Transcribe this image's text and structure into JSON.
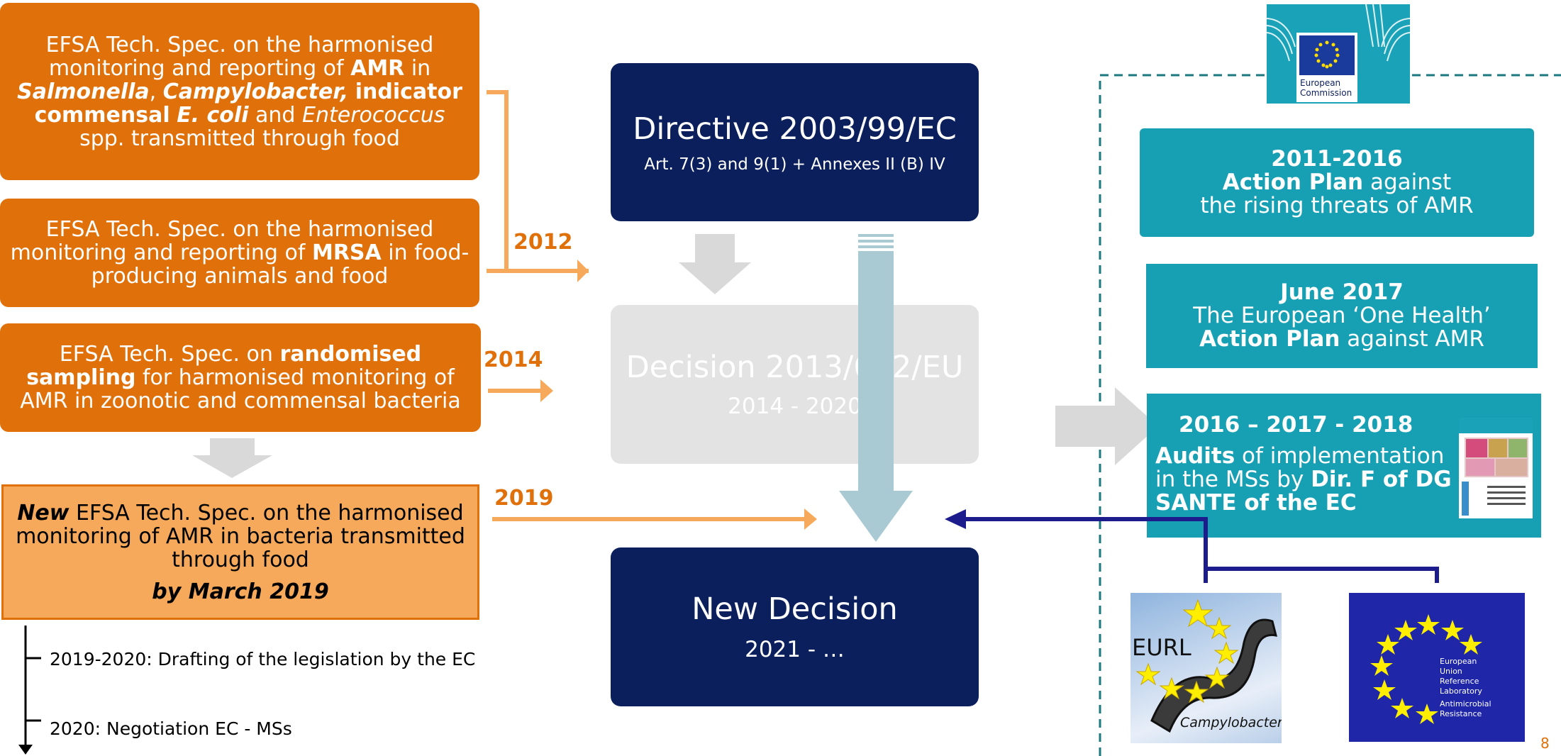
{
  "left": {
    "box1": {
      "pre": "EFSA Tech. Spec. on the harmonised monitoring and reporting of ",
      "b1": "AMR",
      "mid1": " in ",
      "bi1": "Salmonella",
      "sep1": ", ",
      "bi2": "Campylobacter,",
      "sp": " ",
      "b2": "indicator commensal",
      "sp2": " ",
      "bi3": "E. coli",
      "mid2": " and ",
      "i1": "Enterococcus",
      "post": " spp. transmitted through food"
    },
    "box2": {
      "pre": "EFSA Tech. Spec. on the harmonised monitoring and reporting of ",
      "b1": "MRSA",
      "post": " in food-producing animals and food"
    },
    "box3": {
      "pre": "EFSA Tech. Spec. on ",
      "b1": "randomised sampling",
      "post": " for harmonised monitoring of AMR in zoonotic and commensal bacteria"
    },
    "box4": {
      "bi1": "New",
      "text": " EFSA Tech. Spec. on the harmonised monitoring of AMR in bacteria transmitted through food",
      "deadline": "by March 2019"
    },
    "timeline": [
      "2019-2020: Drafting of the legislation by the EC",
      "2020: Negotiation EC - MSs"
    ]
  },
  "years": {
    "y2012": "2012",
    "y2014": "2014",
    "y2019": "2019"
  },
  "center": {
    "directive_title": "Directive 2003/99/EC",
    "directive_sub": "Art. 7(3) and 9(1) + Annexes II (B) IV",
    "decision_title": "Decision 2013/652/EU",
    "decision_sub": "2014 - 2020",
    "new_title": "New Decision",
    "new_sub": "2021 - …"
  },
  "right": {
    "ec_logo_text": "European Commission",
    "box1": {
      "year": "2011-2016",
      "b": "Action Plan",
      "rest": " against",
      "line3": "the rising threats of AMR"
    },
    "box2": {
      "year": "June 2017",
      "line2": "The European ‘One Health’",
      "b": "Action Plan",
      "rest": " against AMR"
    },
    "box3": {
      "year": "2016 – 2017 - 2018",
      "b1": "Audits",
      "t1": " of implementation in the MSs by ",
      "b2": "Dir. F of DG SANTE of the EC"
    },
    "eurl1": {
      "label": "EURL",
      "sub": "Campylobacter"
    },
    "eurl2": {
      "l1": "European",
      "l2": "Union",
      "l3": "Reference",
      "l4": "Laboratory",
      "l5": "Antimicrobial",
      "l6": "Resistance"
    }
  },
  "page_number": "8",
  "colors": {
    "orange": "#e07009",
    "light_orange": "#f6a95b",
    "navy": "#0b1f5c",
    "teal": "#17a0b4",
    "grey": "#d9d9d9",
    "light_blue": "#a9c9d3"
  }
}
